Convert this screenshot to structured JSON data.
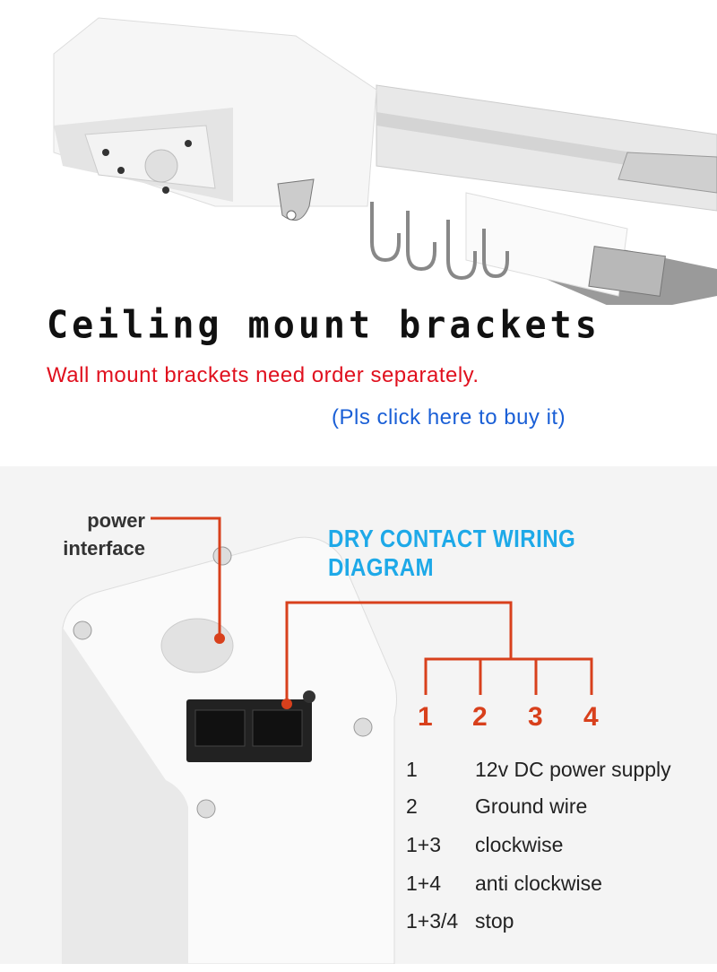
{
  "heading": "Ceiling mount brackets",
  "note": "Wall mount brackets need order separately.",
  "buy_link": "(Pls click here to buy it)",
  "diagram_title": "DRY CONTACT WIRING DIAGRAM",
  "power_label_line1": "power",
  "power_label_line2": "interface",
  "pins": [
    "1",
    "2",
    "3",
    "4"
  ],
  "legend": [
    {
      "key": "1",
      "desc": "12v DC power supply"
    },
    {
      "key": "2",
      "desc": "Ground wire"
    },
    {
      "key": "1+3",
      "desc": "clockwise"
    },
    {
      "key": "1+4",
      "desc": "anti clockwise"
    },
    {
      "key": "1+3/4",
      "desc": "stop"
    }
  ],
  "colors": {
    "heading": "#111111",
    "note": "#e0101e",
    "link": "#1a5fd6",
    "diagram_title": "#1ea9e8",
    "wire": "#d8401c"
  }
}
